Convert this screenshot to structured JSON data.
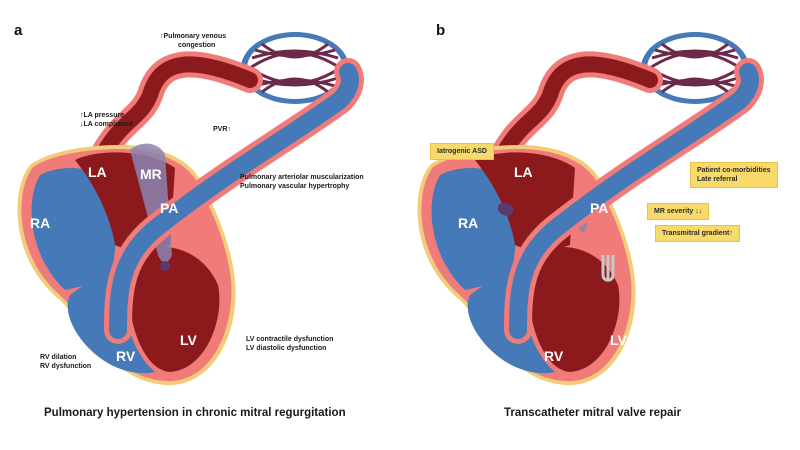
{
  "panel_a": {
    "letter": "a",
    "caption": "Pulmonary hypertension in chronic mitral regurgitation",
    "chambers": {
      "la": "LA",
      "mr": "MR",
      "pa": "PA",
      "ra": "RA",
      "rv": "RV",
      "lv": "LV"
    },
    "annotations": {
      "venous_1": "↑Pulmonary venous",
      "venous_2": "congestion",
      "la_pressure": "↑LA pressure",
      "la_compliance": "↓LA compliance",
      "pvr": "PVR↑",
      "arteriolar": "Pulmonary arteriolar muscularization",
      "vascular": "Pulmonary vascular hypertrophy",
      "lv_contractile": "LV contractile dysfunction",
      "lv_diastolic": "LV diastolic dysfunction",
      "rv_dilation": "RV dilation",
      "rv_dysfunction": "RV dysfunction"
    }
  },
  "panel_b": {
    "letter": "b",
    "caption": "Transcatheter mitral valve repair",
    "chambers": {
      "la": "LA",
      "pa": "PA",
      "ra": "RA",
      "rv": "RV",
      "lv": "LV"
    },
    "tags": {
      "asd": "Iatrogenic ASD",
      "comorbid_1": "Patient co-morbidities",
      "comorbid_2": "Late referral",
      "mr_severity": "MR severity ↓↓",
      "gradient": "Transmitral gradient↑"
    }
  },
  "colors": {
    "myocardium": "#f07b78",
    "left_blood": "#8c1a1c",
    "right_blood": "#4679b7",
    "epicardium": "#f2cc7a",
    "tag": "#f8da6b"
  }
}
